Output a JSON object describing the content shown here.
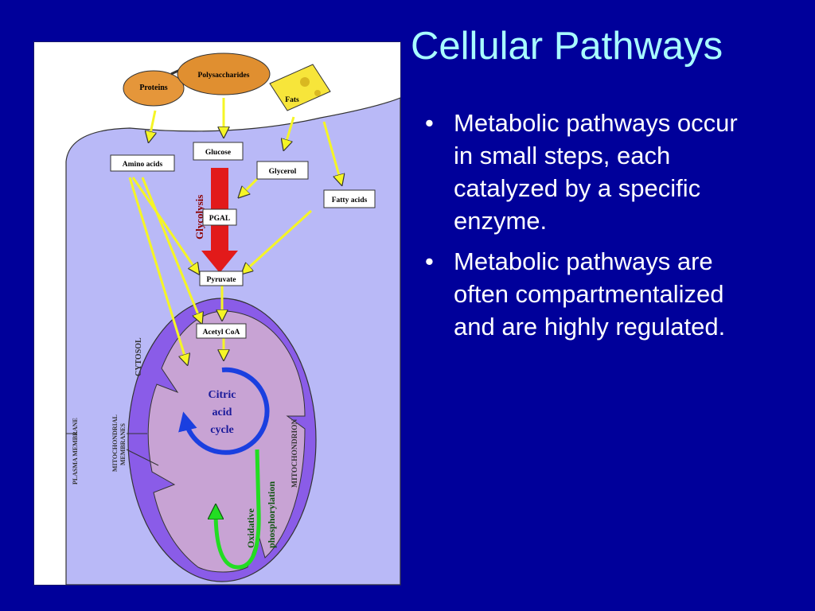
{
  "slide": {
    "title": "Cellular Pathways",
    "bullets": [
      "Metabolic pathways occur in small steps, each catalyzed by a specific enzyme.",
      "Metabolic pathways are often compartmentalized and are highly regulated."
    ]
  },
  "diagram": {
    "foods": {
      "proteins": "Proteins",
      "polysaccharides": "Polysaccharides",
      "fats": "Fats"
    },
    "nodes": {
      "amino_acids": "Amino acids",
      "glucose": "Glucose",
      "glycerol": "Glycerol",
      "fatty_acids": "Fatty acids",
      "pgal": "PGAL",
      "pyruvate": "Pyruvate",
      "acetyl_coa": "Acetyl CoA"
    },
    "processes": {
      "glycolysis": "Glycolysis",
      "citric_1": "Citric",
      "citric_2": "acid",
      "citric_3": "cycle",
      "oxphos_1": "Oxidative",
      "oxphos_2": "phosphorylation"
    },
    "regions": {
      "cytosol": "CYTOSOL",
      "plasma_membrane": "PLASMA MEMBRANE",
      "mito_membranes_1": "MITOCHONDRIAL",
      "mito_membranes_2": "MEMBRANES",
      "mitochondrion": "MITOCHONDRION"
    },
    "colors": {
      "cell": "#b9b9f7",
      "mito_outer": "#8a5ce8",
      "mito_matrix": "#c8a3d4",
      "arrow_yellow": "#f5f526",
      "glycolysis_red": "#e21a1a",
      "cycle_blue": "#1a3fe0",
      "oxphos_green": "#22dd22"
    }
  }
}
